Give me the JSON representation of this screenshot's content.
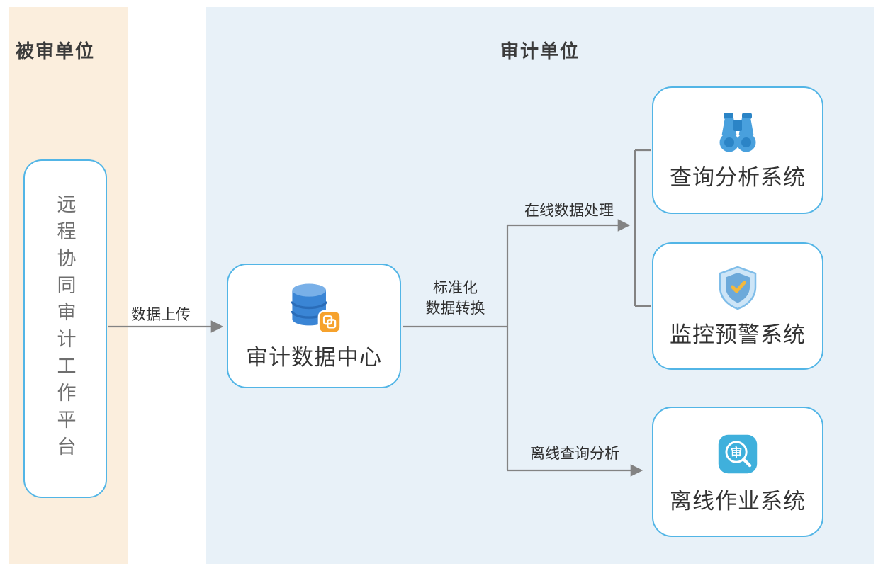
{
  "panels": {
    "audited": {
      "title": "被审单位"
    },
    "audit": {
      "title": "审计单位"
    }
  },
  "nodes": {
    "platform": {
      "label": "远程协同审计工作平台"
    },
    "data_center": {
      "label": "审计数据中心",
      "icon": "database-icon"
    },
    "query_analysis": {
      "label": "查询分析系统",
      "icon": "binoculars-icon"
    },
    "monitor_warning": {
      "label": "监控预警系统",
      "icon": "shield-check-icon"
    },
    "offline_work": {
      "label": "离线作业系统",
      "icon": "offline-audit-icon",
      "icon_char": "审"
    }
  },
  "edges": {
    "upload": {
      "label": "数据上传"
    },
    "transform": {
      "line1": "标准化",
      "line2": "数据转换"
    },
    "online": {
      "label": "在线数据处理"
    },
    "offline": {
      "label": "离线查询分析"
    }
  },
  "colors": {
    "accent": "#52b5e6",
    "panel_left_bg": "#fbeedd",
    "panel_right_bg": "#e8f1f8",
    "line": "#838383",
    "text_dark": "#3b3b3b",
    "text_node": "#333333",
    "text_vertical": "#6e6e6e",
    "db_blue": "#3a85d5",
    "db_blue_light": "#79b0e8",
    "db_band": "#2a6cb8",
    "badge_orange": "#f6a22d",
    "bino_main": "#49a0dd",
    "bino_dark": "#2b84c6",
    "shield_light": "#cde5f7",
    "shield_border": "#7fbde9",
    "shield_inner": "#6ca9da",
    "check_yellow": "#f2b83e",
    "app_teal": "#3fb0dc"
  }
}
